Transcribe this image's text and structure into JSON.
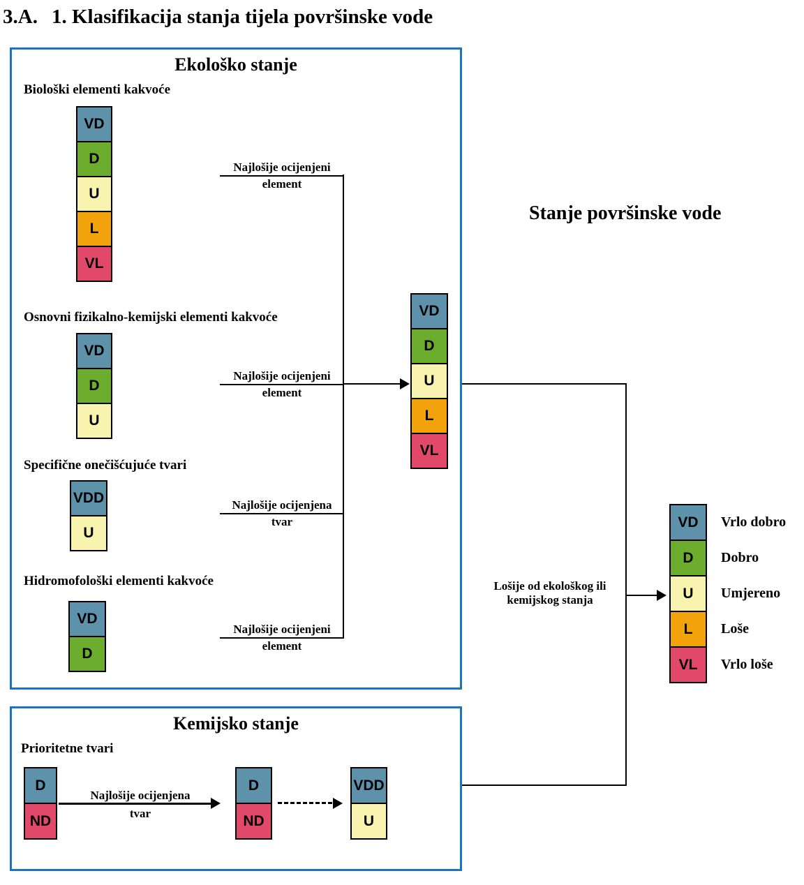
{
  "page_title": {
    "numbering": "3.A.",
    "text": "1. Klasifikacija stanja tijela površinske vode"
  },
  "colors": {
    "blue": "#5E92AB",
    "green": "#6CAD2D",
    "yellow": "#F8F3AE",
    "orange": "#F2A30B",
    "red": "#E2486A",
    "frame": "#1B75BC",
    "line": "#000000"
  },
  "ecological": {
    "heading": "Ekološko stanje",
    "sections": [
      {
        "label": "Biološki elementi kakvoće",
        "cells": [
          {
            "code": "VD",
            "color": "blue"
          },
          {
            "code": "D",
            "color": "green"
          },
          {
            "code": "U",
            "color": "yellow"
          },
          {
            "code": "L",
            "color": "orange"
          },
          {
            "code": "VL",
            "color": "red"
          }
        ]
      },
      {
        "label": "Osnovni fizikalno-kemijski elementi kakvoće",
        "cells": [
          {
            "code": "VD",
            "color": "blue"
          },
          {
            "code": "D",
            "color": "green"
          },
          {
            "code": "U",
            "color": "yellow"
          }
        ]
      },
      {
        "label": "Specifične onečišćujuće tvari",
        "cells": [
          {
            "code": "VDD",
            "color": "blue"
          },
          {
            "code": "U",
            "color": "yellow"
          }
        ]
      },
      {
        "label": "Hidromofološki elementi kakvoće",
        "cells": [
          {
            "code": "VD",
            "color": "blue"
          },
          {
            "code": "D",
            "color": "green"
          }
        ]
      }
    ],
    "connectors": [
      {
        "line1": "Najlošije ocijenjeni",
        "line2": "element"
      },
      {
        "line1": "Najlošije ocijenjeni",
        "line2": "element"
      },
      {
        "line1": "Najlošije ocijenjena",
        "line2": "tvar"
      },
      {
        "line1": "Najlošije ocijenjeni",
        "line2": "element"
      }
    ],
    "result_cells": [
      {
        "code": "VD",
        "color": "blue"
      },
      {
        "code": "D",
        "color": "green"
      },
      {
        "code": "U",
        "color": "yellow"
      },
      {
        "code": "L",
        "color": "orange"
      },
      {
        "code": "VL",
        "color": "red"
      }
    ]
  },
  "surface_water": {
    "heading": "Stanje površinske vode",
    "bridge_label": {
      "line1": "Lošije od ekološkog ili",
      "line2": "kemijskog stanja"
    },
    "legend": [
      {
        "code": "VD",
        "color": "blue",
        "label": "Vrlo dobro"
      },
      {
        "code": "D",
        "color": "green",
        "label": "Dobro"
      },
      {
        "code": "U",
        "color": "yellow",
        "label": "Umjereno"
      },
      {
        "code": "L",
        "color": "orange",
        "label": "Loše"
      },
      {
        "code": "VL",
        "color": "red",
        "label": "Vrlo loše"
      }
    ]
  },
  "chemical": {
    "heading": "Kemijsko stanje",
    "label": "Prioritetne tvari",
    "arrow_label": {
      "line1": "Najlošije ocijenjena",
      "line2": "tvar"
    },
    "input_cells": [
      {
        "code": "D",
        "color": "blue"
      },
      {
        "code": "ND",
        "color": "red"
      }
    ],
    "worst_cells": [
      {
        "code": "D",
        "color": "blue"
      },
      {
        "code": "ND",
        "color": "red"
      }
    ],
    "result_cells": [
      {
        "code": "VDD",
        "color": "blue"
      },
      {
        "code": "U",
        "color": "yellow"
      }
    ]
  }
}
